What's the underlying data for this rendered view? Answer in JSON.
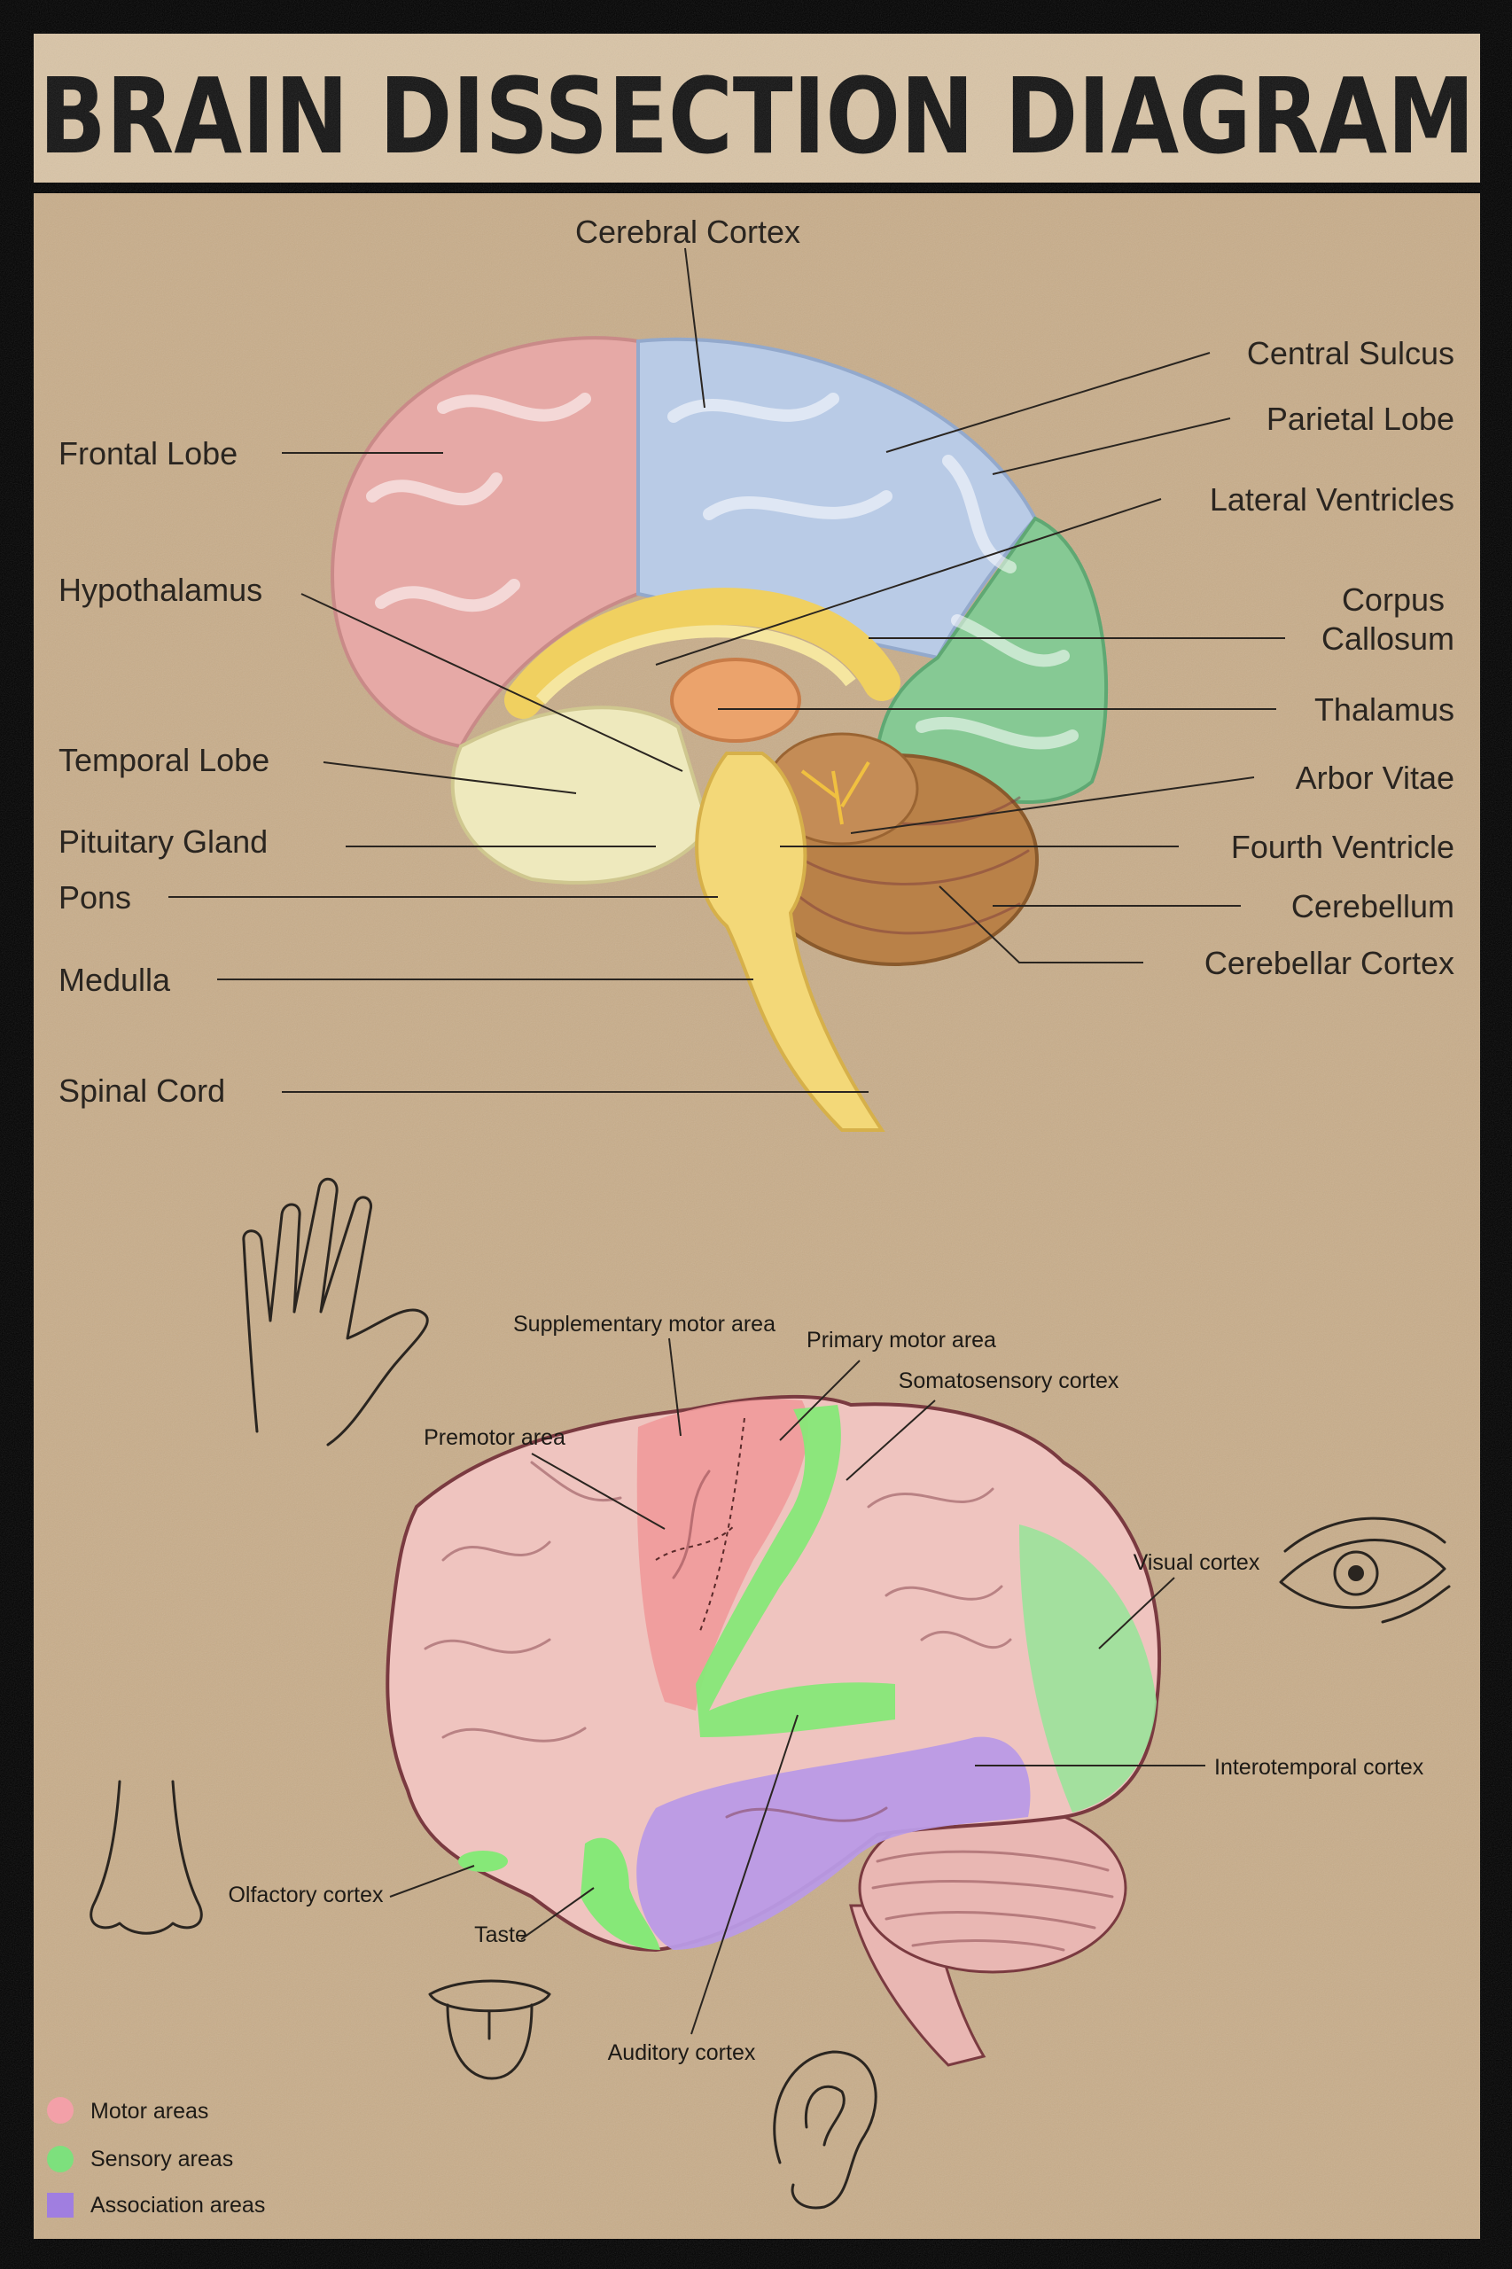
{
  "title": "BRAIN DISSECTION DIAGRAM",
  "sagittal": {
    "top_label": "Cerebral Cortex",
    "left_labels": [
      "Frontal Lobe",
      "Hypothalamus",
      "Temporal Lobe",
      "Pituitary Gland",
      "Pons",
      "Medulla",
      "Spinal Cord"
    ],
    "right_labels": [
      "Central Sulcus",
      "Parietal Lobe",
      "Lateral Ventricles",
      "Corpus",
      "Callosum",
      "Thalamus",
      "Arbor Vitae",
      "Fourth Ventricle",
      "Cerebellum",
      "Cerebellar Cortex"
    ]
  },
  "lateral": {
    "labels": [
      "Supplementary motor area",
      "Primary motor area",
      "Somatosensory cortex",
      "Premotor area",
      "Visual cortex",
      "Interotemporal cortex",
      "Olfactory cortex",
      "Taste",
      "Auditory cortex"
    ],
    "icons": [
      "hand-icon",
      "eye-icon",
      "nose-icon",
      "tongue-icon",
      "ear-icon"
    ]
  },
  "legend": [
    {
      "label": "Motor areas",
      "color": "#f3a0a8"
    },
    {
      "label": "Sensory areas",
      "color": "#7de07d"
    },
    {
      "label": "Association areas",
      "color": "#a07ee0"
    }
  ],
  "colors": {
    "background": "#c8ad8a",
    "frontal": "#e6a9a6",
    "parietal": "#b9cbe6",
    "occipital": "#86c994",
    "temporal": "#eee9bd",
    "cerebellum": "#b98148",
    "brainstem": "#f3d878"
  }
}
